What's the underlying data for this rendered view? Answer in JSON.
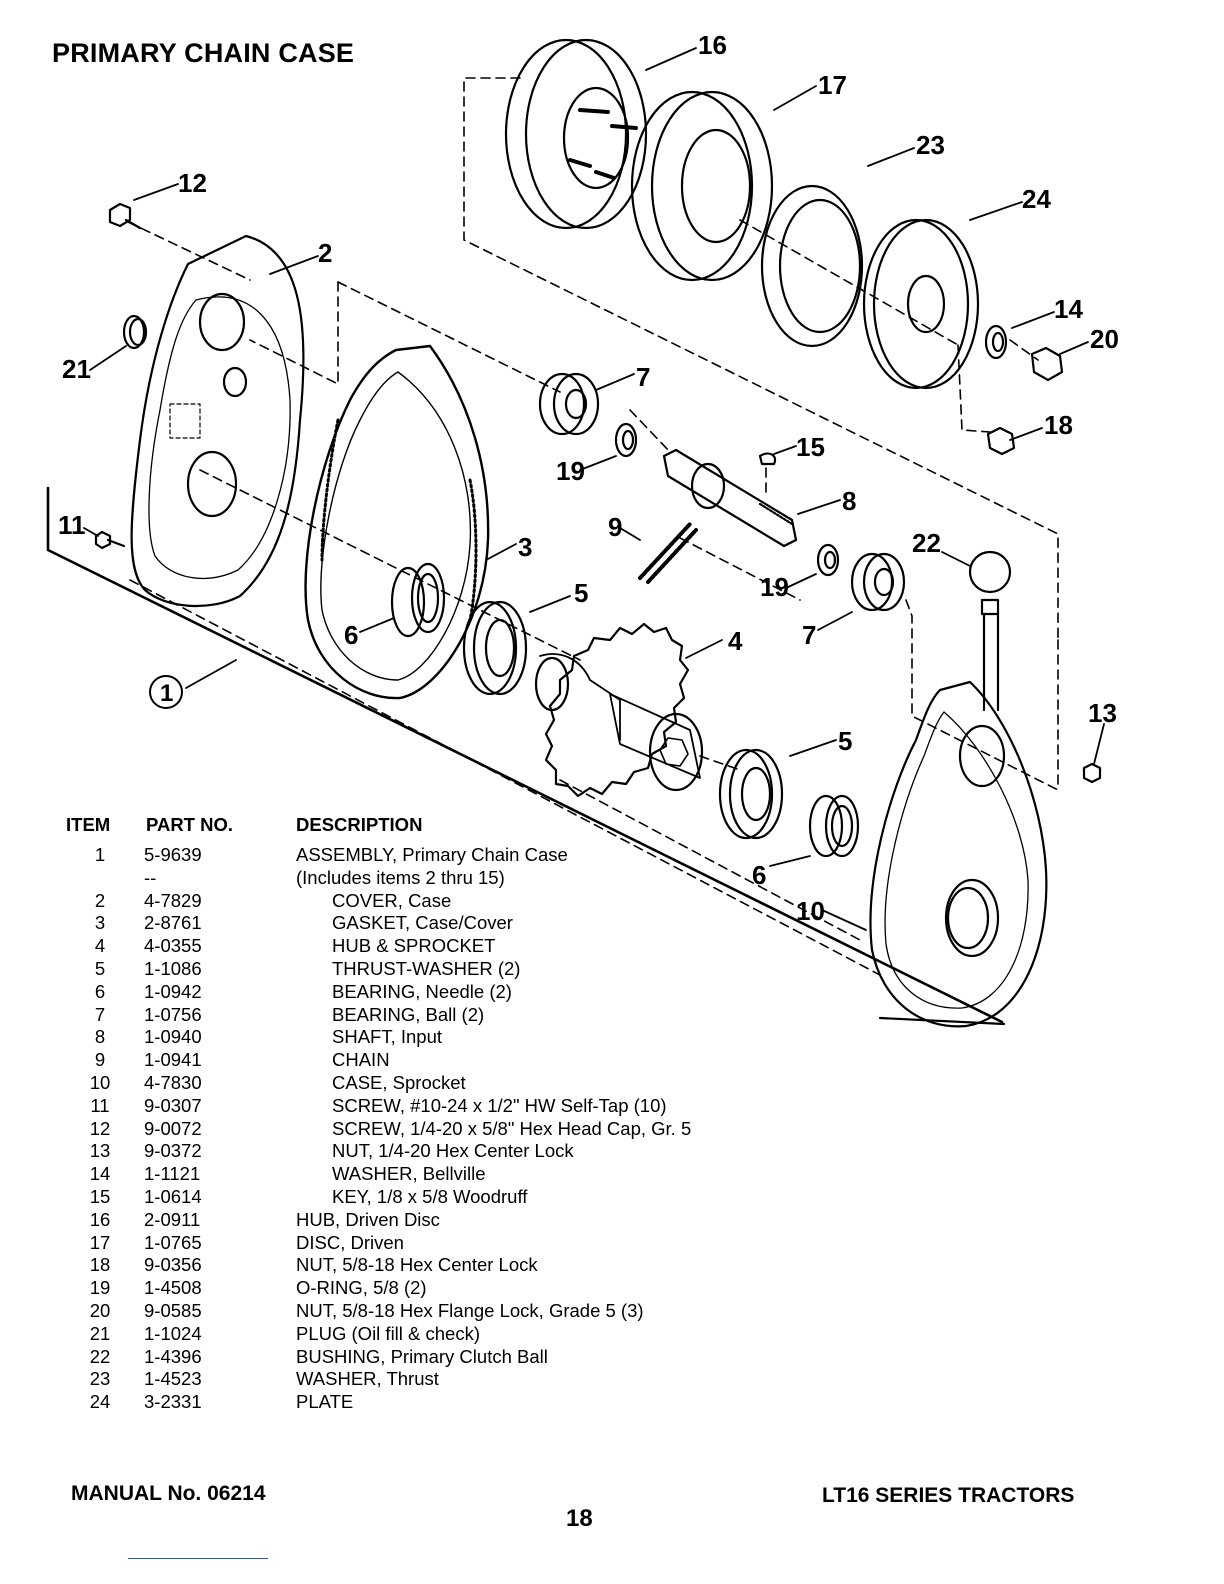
{
  "title": "PRIMARY CHAIN CASE",
  "callouts": [
    "1",
    "2",
    "3",
    "4",
    "5",
    "5",
    "6",
    "6",
    "7",
    "7",
    "8",
    "9",
    "10",
    "11",
    "12",
    "13",
    "14",
    "15",
    "16",
    "17",
    "18",
    "19",
    "19",
    "20",
    "21",
    "22",
    "23",
    "24"
  ],
  "table": {
    "headers": {
      "item": "ITEM",
      "part": "PART NO.",
      "desc": "DESCRIPTION"
    },
    "rows": [
      {
        "item": "1",
        "part": "5-9639",
        "desc": "ASSEMBLY, Primary Chain Case"
      },
      {
        "item": "",
        "part": "--",
        "desc": "(Includes items 2 thru 15)"
      },
      {
        "item": "2",
        "part": "4-7829",
        "desc": "COVER, Case"
      },
      {
        "item": "3",
        "part": "2-8761",
        "desc": "GASKET, Case/Cover"
      },
      {
        "item": "4",
        "part": "4-0355",
        "desc": "HUB & SPROCKET"
      },
      {
        "item": "5",
        "part": "1-1086",
        "desc": "THRUST-WASHER (2)"
      },
      {
        "item": "6",
        "part": "1-0942",
        "desc": "BEARING, Needle (2)"
      },
      {
        "item": "7",
        "part": "1-0756",
        "desc": "BEARING, Ball (2)"
      },
      {
        "item": "8",
        "part": "1-0940",
        "desc": "SHAFT, Input"
      },
      {
        "item": "9",
        "part": "1-0941",
        "desc": "CHAIN"
      },
      {
        "item": "10",
        "part": "4-7830",
        "desc": "CASE, Sprocket"
      },
      {
        "item": "11",
        "part": "9-0307",
        "desc": "SCREW, #10-24 x 1/2\" HW Self-Tap (10)"
      },
      {
        "item": "12",
        "part": "9-0072",
        "desc": "SCREW, 1/4-20 x 5/8\" Hex Head Cap, Gr. 5"
      },
      {
        "item": "13",
        "part": "9-0372",
        "desc": "NUT, 1/4-20 Hex Center Lock"
      },
      {
        "item": "14",
        "part": "1-1121",
        "desc": "WASHER, Bellville"
      },
      {
        "item": "15",
        "part": "1-0614",
        "desc": "KEY, 1/8 x 5/8 Woodruff"
      },
      {
        "item": "16",
        "part": "2-0911",
        "desc": "HUB, Driven Disc"
      },
      {
        "item": "17",
        "part": "1-0765",
        "desc": "DISC, Driven"
      },
      {
        "item": "18",
        "part": "9-0356",
        "desc": "NUT, 5/8-18 Hex Center Lock"
      },
      {
        "item": "19",
        "part": "1-4508",
        "desc": "O-RING, 5/8 (2)"
      },
      {
        "item": "20",
        "part": "9-0585",
        "desc": "NUT, 5/8-18 Hex Flange Lock, Grade 5 (3)"
      },
      {
        "item": "21",
        "part": "1-1024",
        "desc": "PLUG (Oil fill & check)"
      },
      {
        "item": "22",
        "part": "1-4396",
        "desc": "BUSHING, Primary Clutch Ball"
      },
      {
        "item": "23",
        "part": "1-4523",
        "desc": "WASHER, Thrust"
      },
      {
        "item": "24",
        "part": "3-2331",
        "desc": "PLATE"
      }
    ]
  },
  "footer": {
    "manual": "MANUAL No. 06214",
    "page": "18",
    "series": "LT16 SERIES TRACTORS"
  }
}
